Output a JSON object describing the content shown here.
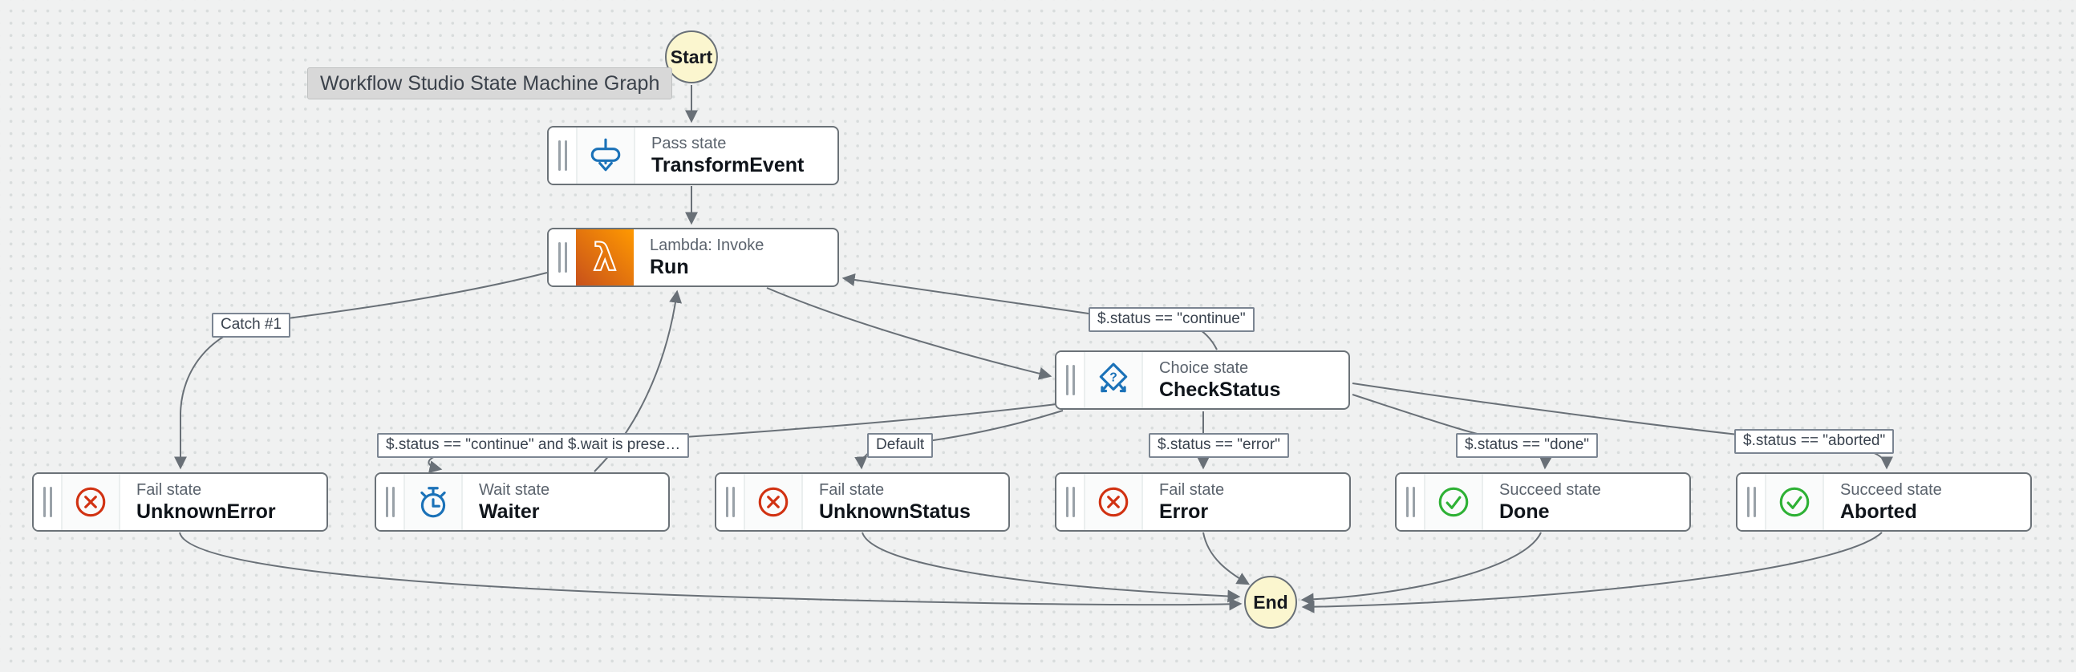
{
  "tooltip": "Workflow Studio State Machine Graph",
  "terminals": {
    "start_label": "Start",
    "end_label": "End"
  },
  "nodes": [
    {
      "id": "transform-event",
      "type_label": "Pass state",
      "name": "TransformEvent",
      "icon": "pass-icon"
    },
    {
      "id": "run",
      "type_label": "Lambda: Invoke",
      "name": "Run",
      "icon": "lambda-icon"
    },
    {
      "id": "check-status",
      "type_label": "Choice state",
      "name": "CheckStatus",
      "icon": "choice-icon"
    },
    {
      "id": "unknown-error",
      "type_label": "Fail state",
      "name": "UnknownError",
      "icon": "fail-icon"
    },
    {
      "id": "waiter",
      "type_label": "Wait state",
      "name": "Waiter",
      "icon": "wait-icon"
    },
    {
      "id": "unknown-status",
      "type_label": "Fail state",
      "name": "UnknownStatus",
      "icon": "fail-icon"
    },
    {
      "id": "error",
      "type_label": "Fail state",
      "name": "Error",
      "icon": "fail-icon"
    },
    {
      "id": "done",
      "type_label": "Succeed state",
      "name": "Done",
      "icon": "succeed-icon"
    },
    {
      "id": "aborted",
      "type_label": "Succeed state",
      "name": "Aborted",
      "icon": "succeed-icon"
    }
  ],
  "edge_labels": [
    {
      "id": "catch-1",
      "text": "Catch #1"
    },
    {
      "id": "status-continue",
      "text": "$.status == \"continue\""
    },
    {
      "id": "status-continue-wait",
      "text": "$.status == \"continue\" and $.wait is prese…"
    },
    {
      "id": "default",
      "text": "Default"
    },
    {
      "id": "status-error",
      "text": "$.status == \"error\""
    },
    {
      "id": "status-done",
      "text": "$.status == \"done\""
    },
    {
      "id": "status-aborted",
      "text": "$.status == \"aborted\""
    }
  ],
  "colors": {
    "canvas_bg": "#f0f1f1",
    "grid_dot": "#d8dcdc",
    "edge": "#697077",
    "node_border": "#6b7278",
    "terminal_fill": "#fbf6cf",
    "accent_blue": "#1b72b8",
    "fail_red": "#d13212",
    "succeed_green": "#2eb135",
    "lambda_gradient_start": "#c8511b",
    "lambda_gradient_end": "#ff9900"
  }
}
